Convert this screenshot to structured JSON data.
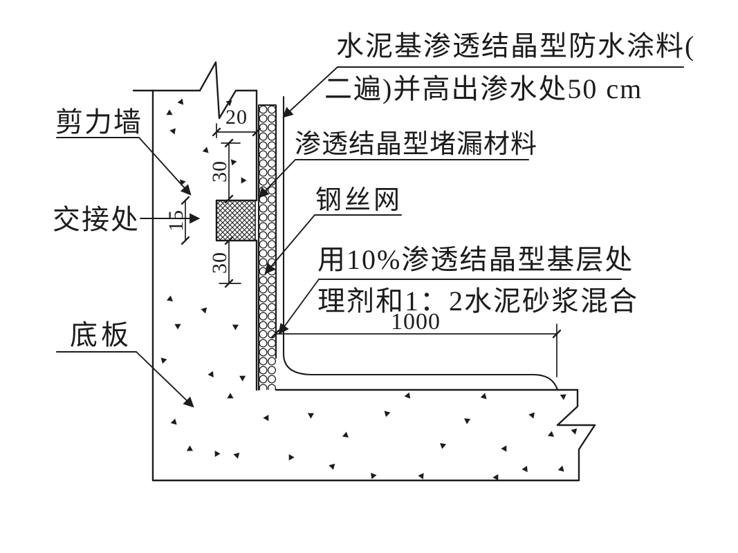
{
  "drawing": {
    "colors": {
      "ink": "#1c1c1c",
      "paper": "#ffffff"
    },
    "labels": {
      "shear_wall": "剪力墙",
      "junction": "交接处",
      "base_slab": "底板",
      "waterproof_coating_line1": "水泥基渗透结晶型防水涂料(",
      "waterproof_coating_line2": "二遍)并高出渗水处50 cm",
      "plugging_material": "渗透结晶型堵漏材料",
      "wire_mesh": "钢丝网",
      "mortar_note_line1": "用10%渗透结晶型基层处",
      "mortar_note_line2": "理剂和1：2水泥砂浆混合"
    },
    "dimensions": {
      "groove_depth": "20",
      "above_joint": "30",
      "below_joint": "30",
      "joint_height": "15",
      "mortar_extent": "1000"
    },
    "stipple_dots": [
      [
        262,
        147,
        20
      ],
      [
        332,
        148,
        50
      ],
      [
        245,
        163,
        0
      ],
      [
        251,
        189,
        40
      ],
      [
        298,
        217,
        15
      ],
      [
        337,
        235,
        200
      ],
      [
        352,
        261,
        90
      ],
      [
        263,
        263,
        320
      ],
      [
        246,
        432,
        10
      ],
      [
        296,
        448,
        45
      ],
      [
        257,
        472,
        180
      ],
      [
        341,
        472,
        60
      ],
      [
        306,
        541,
        25
      ],
      [
        350,
        546,
        300
      ],
      [
        237,
        521,
        75
      ],
      [
        333,
        573,
        0
      ],
      [
        386,
        604,
        30
      ],
      [
        313,
        657,
        210
      ],
      [
        343,
        658,
        45
      ],
      [
        275,
        650,
        120
      ],
      [
        252,
        610,
        15
      ],
      [
        450,
        600,
        60
      ],
      [
        420,
        661,
        330
      ],
      [
        500,
        629,
        10
      ],
      [
        481,
        674,
        45
      ],
      [
        560,
        598,
        75
      ],
      [
        590,
        572,
        20
      ],
      [
        640,
        645,
        190
      ],
      [
        610,
        688,
        35
      ],
      [
        676,
        608,
        65
      ],
      [
        700,
        573,
        15
      ],
      [
        729,
        649,
        270
      ],
      [
        770,
        600,
        40
      ],
      [
        797,
        628,
        10
      ],
      [
        815,
        573,
        55
      ],
      [
        760,
        678,
        25
      ],
      [
        540,
        688,
        80
      ],
      [
        831,
        623,
        45
      ],
      [
        812,
        678,
        15
      ],
      [
        718,
        690,
        30
      ]
    ]
  }
}
